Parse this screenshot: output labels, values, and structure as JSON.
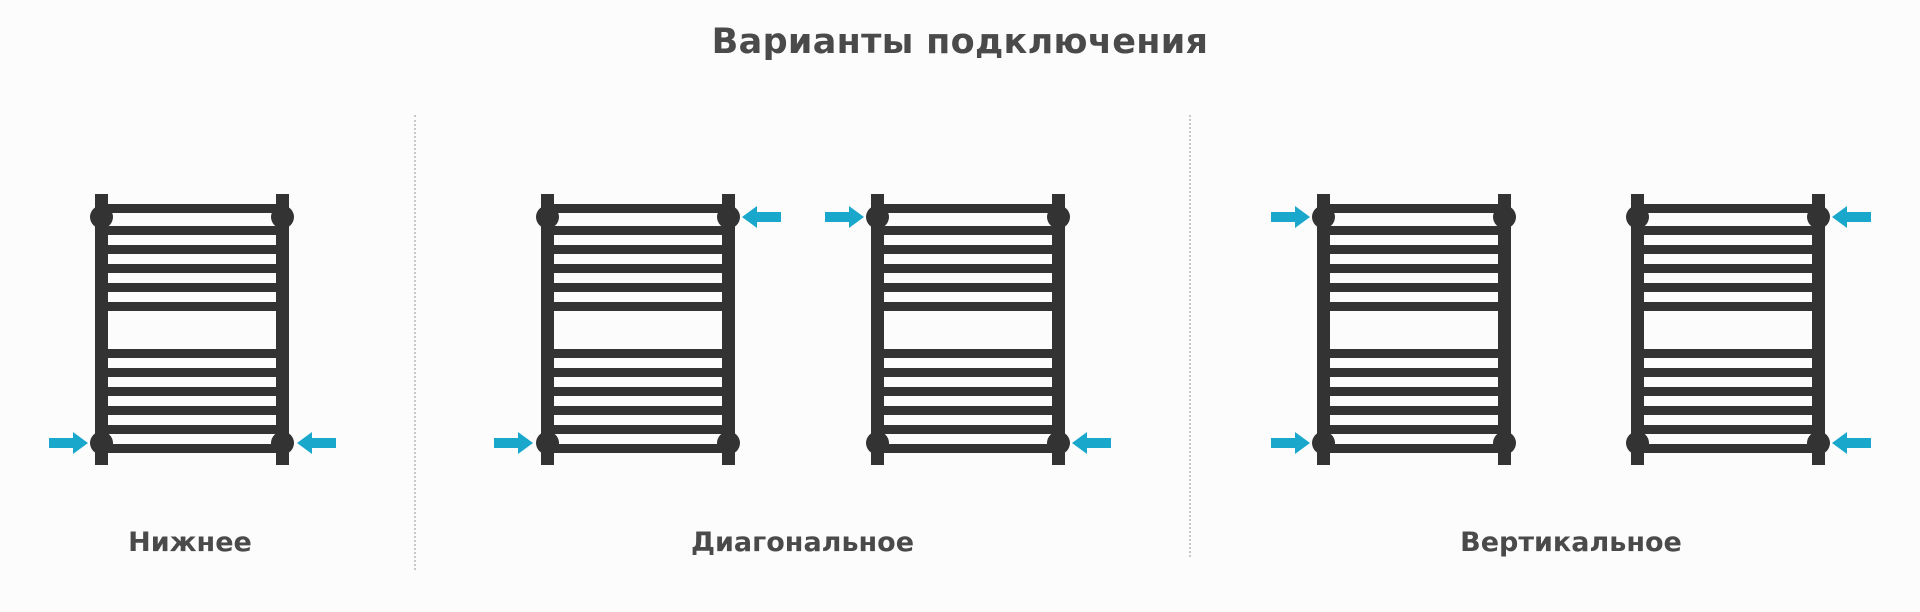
{
  "title": "Варианты подключения",
  "colors": {
    "background": "#fcfcfc",
    "radiator": "#333333",
    "arrow": "#1aa7cc",
    "text": "#4a4a4a",
    "divider": "#c8c8c8"
  },
  "sections": [
    {
      "label": "Нижнее",
      "radiators": [
        {
          "inlets": [
            "bottom-left",
            "bottom-right"
          ]
        }
      ]
    },
    {
      "label": "Диагональное",
      "radiators": [
        {
          "inlets": [
            "top-right",
            "bottom-left"
          ]
        },
        {
          "inlets": [
            "top-left",
            "bottom-right"
          ]
        }
      ]
    },
    {
      "label": "Вертикальное",
      "radiators": [
        {
          "inlets": [
            "top-left",
            "bottom-left"
          ]
        },
        {
          "inlets": [
            "top-right",
            "bottom-right"
          ]
        }
      ]
    }
  ],
  "icons": {
    "radiator": "towel-rail-radiator-icon",
    "arrow": "inlet-arrow-icon"
  }
}
